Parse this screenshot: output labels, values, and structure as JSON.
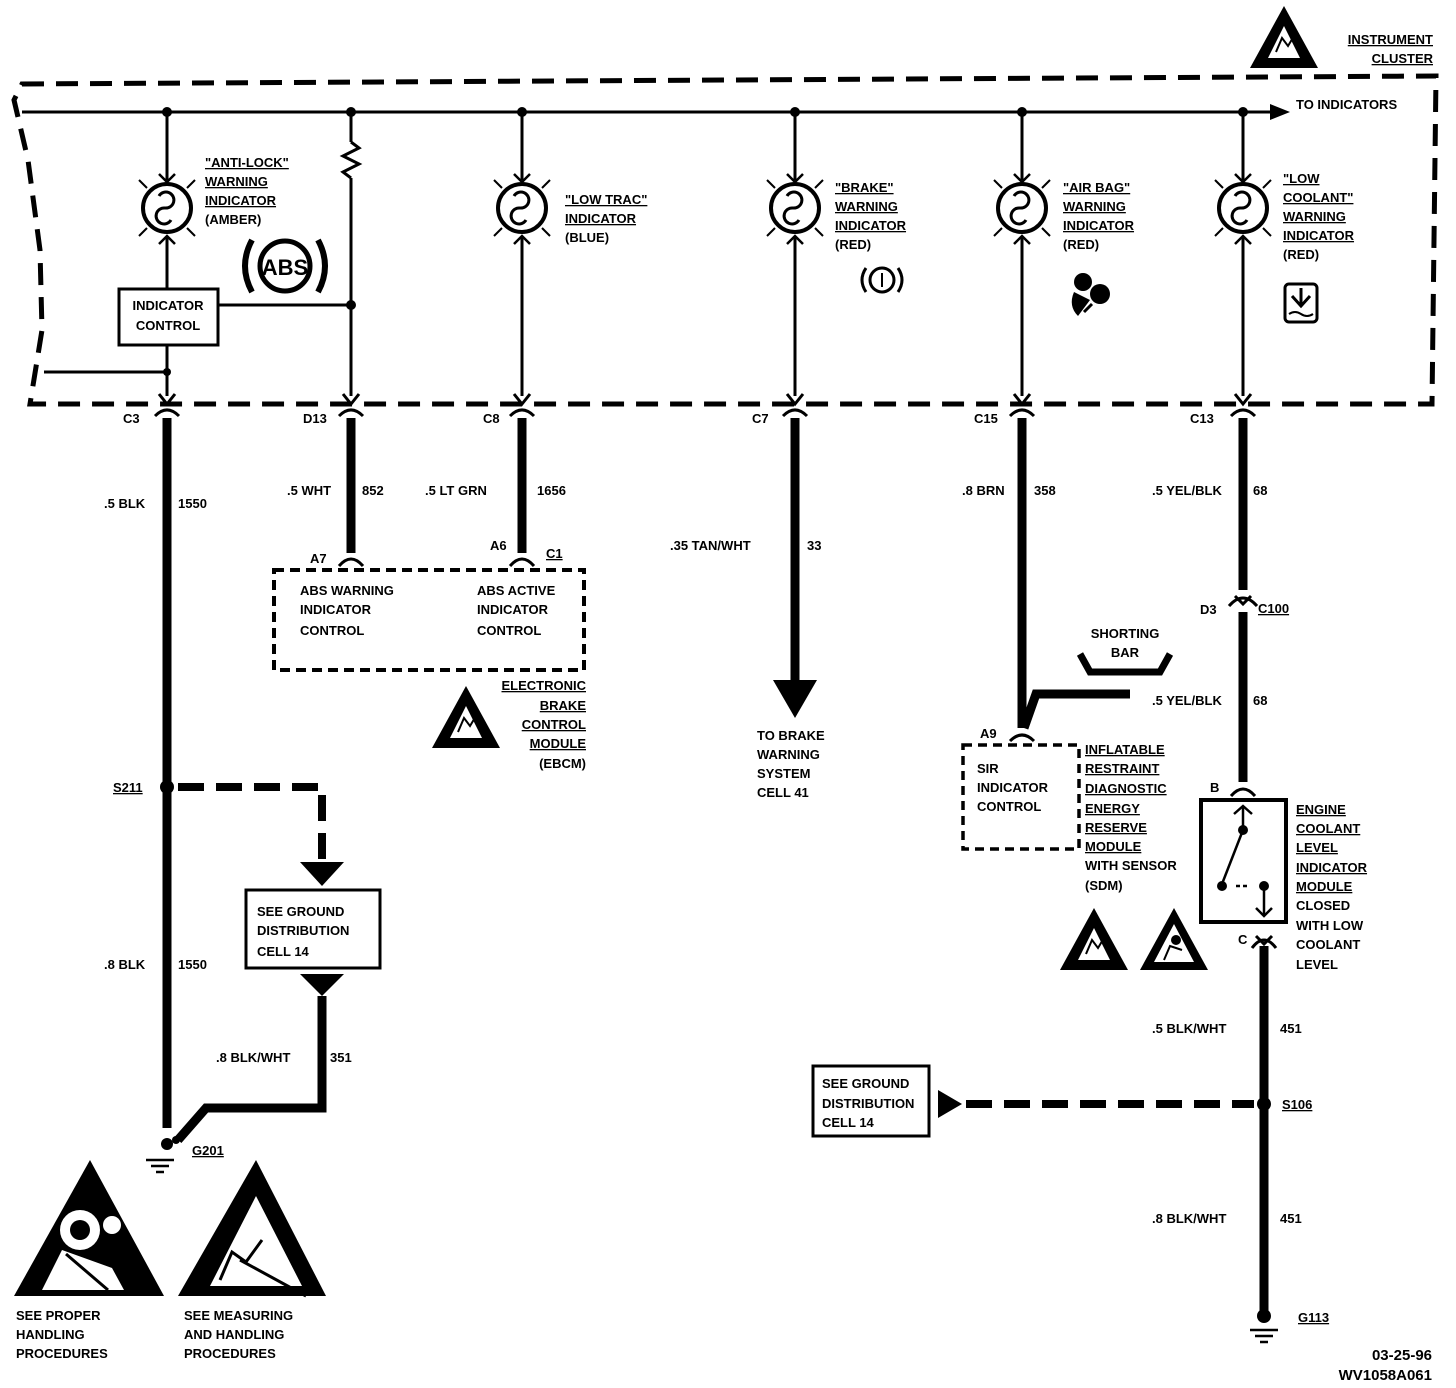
{
  "header": {
    "cluster_line1": "INSTRUMENT",
    "cluster_line2": "CLUSTER",
    "to_indicators": "TO INDICATORS"
  },
  "indicators": [
    {
      "l1": "\"ANTI-LOCK\"",
      "l2": "WARNING",
      "l3": "INDICATOR",
      "l4": "(AMBER)",
      "symbol": "ABS"
    },
    {
      "l1": "\"LOW TRAC\"",
      "l2": "INDICATOR",
      "l3": "(BLUE)"
    },
    {
      "l1": "\"BRAKE\"",
      "l2": "WARNING",
      "l3": "INDICATOR",
      "l4": "(RED)"
    },
    {
      "l1": "\"AIR BAG\"",
      "l2": "WARNING",
      "l3": "INDICATOR",
      "l4": "(RED)"
    },
    {
      "l1": "\"LOW",
      "l2": "COOLANT\"",
      "l3": "WARNING",
      "l4": "INDICATOR",
      "l5": "(RED)"
    }
  ],
  "indicator_control": {
    "l1": "INDICATOR",
    "l2": "CONTROL"
  },
  "connectors": {
    "c3": "C3",
    "d13": "D13",
    "c8": "C8",
    "c7": "C7",
    "c15": "C15",
    "c13": "C13"
  },
  "wires": {
    "w1550a": {
      "g": ".5 BLK",
      "n": "1550"
    },
    "w852": {
      "g": ".5 WHT",
      "n": "852"
    },
    "w1656": {
      "g": ".5 LT GRN",
      "n": "1656"
    },
    "w33": {
      "g": ".35 TAN/WHT",
      "n": "33"
    },
    "w358": {
      "g": ".8 BRN",
      "n": "358"
    },
    "w68a": {
      "g": ".5 YEL/BLK",
      "n": "68"
    },
    "w68b": {
      "g": ".5 YEL/BLK",
      "n": "68"
    },
    "w1550b": {
      "g": ".8 BLK",
      "n": "1550"
    },
    "w351": {
      "g": ".8 BLK/WHT",
      "n": "351"
    },
    "w451a": {
      "g": ".5 BLK/WHT",
      "n": "451"
    },
    "w451b": {
      "g": ".8 BLK/WHT",
      "n": "451"
    }
  },
  "ebcm": {
    "pin_a7": "A7",
    "pin_a6": "A6",
    "conn": "C1",
    "left1": "ABS WARNING",
    "left2": "INDICATOR",
    "left3": "CONTROL",
    "right1": "ABS ACTIVE",
    "right2": "INDICATOR",
    "right3": "CONTROL",
    "n1": "ELECTRONIC",
    "n2": "BRAKE",
    "n3": "CONTROL",
    "n4": "MODULE",
    "n5": "(EBCM)"
  },
  "brake_dest": {
    "l1": "TO BRAKE",
    "l2": "WARNING",
    "l3": "SYSTEM",
    "l4": "CELL 41"
  },
  "shorting_bar": {
    "l1": "SHORTING",
    "l2": "BAR"
  },
  "sdm": {
    "pin": "A9",
    "l1": "SIR",
    "l2": "INDICATOR",
    "l3": "CONTROL",
    "n1": "INFLATABLE",
    "n2": "RESTRAINT",
    "n3": "DIAGNOSTIC",
    "n4": "ENERGY",
    "n5": "RESERVE",
    "n6": "MODULE",
    "n7": "WITH SENSOR",
    "n8": "(SDM)"
  },
  "c100": {
    "pin": "D3",
    "conn": "C100"
  },
  "coolant_module": {
    "pin_b": "B",
    "pin_c": "C",
    "n1": "ENGINE",
    "n2": "COOLANT",
    "n3": "LEVEL",
    "n4": "INDICATOR",
    "n5": "MODULE",
    "s1": "CLOSED",
    "s2": "WITH LOW",
    "s3": "COOLANT",
    "s4": "LEVEL"
  },
  "splices": {
    "s211": "S211",
    "s106": "S106"
  },
  "grounds": {
    "g201": "G201",
    "g113": "G113"
  },
  "ground_ref_1": {
    "l1": "SEE GROUND",
    "l2": "DISTRIBUTION",
    "l3": "CELL 14"
  },
  "ground_ref_2": {
    "l1": "SEE GROUND",
    "l2": "DISTRIBUTION",
    "l3": "CELL 14"
  },
  "legend": {
    "a1": "SEE PROPER",
    "a2": "HANDLING",
    "a3": "PROCEDURES",
    "b1": "SEE MEASURING",
    "b2": "AND HANDLING",
    "b3": "PROCEDURES"
  },
  "footer": {
    "date": "03-25-96",
    "code": "WV1058A061"
  }
}
